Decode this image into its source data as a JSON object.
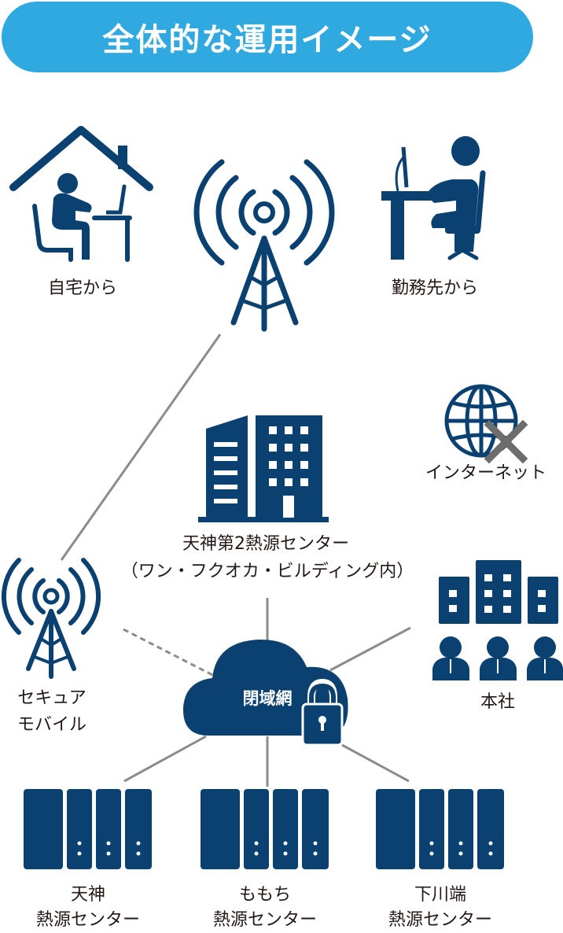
{
  "title": "全体的な運用イメージ",
  "colors": {
    "navy": "#0b4170",
    "accent": "#30a8e0",
    "line": "#8c8c8c",
    "cross": "#6d6d6d"
  },
  "nodes": {
    "home": "自宅から",
    "workplace": "勤務先から",
    "internet": "インターネット",
    "tenjin2_line1": "天神第2熱源センター",
    "tenjin2_line2": "（ワン・フクオカ・ビルディング内）",
    "secure_mobile_line1": "セキュア",
    "secure_mobile_line2": "モバイル",
    "hq": "本社",
    "closed_network": "閉域網",
    "tenjin_line1": "天神",
    "tenjin_line2": "熱源センター",
    "momochi_line1": "ももち",
    "momochi_line2": "熱源センター",
    "shimokawabata_line1": "下川端",
    "shimokawabata_line2": "熱源センター"
  }
}
